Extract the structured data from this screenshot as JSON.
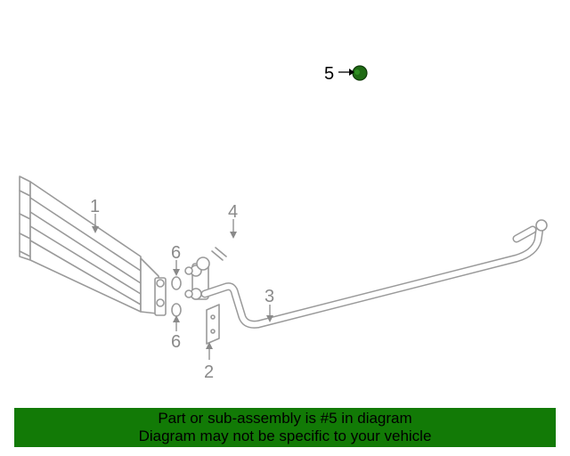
{
  "diagram": {
    "callouts": [
      {
        "id": "1",
        "label": "1"
      },
      {
        "id": "2",
        "label": "2"
      },
      {
        "id": "3",
        "label": "3"
      },
      {
        "id": "4",
        "label": "4"
      },
      {
        "id": "5",
        "label": "5"
      },
      {
        "id": "6a",
        "label": "6"
      },
      {
        "id": "6b",
        "label": "6"
      }
    ],
    "highlight_color": "#1f6b14",
    "line_color": "#9a9a9a"
  },
  "banner": {
    "line1": "Part or sub-assembly is #5 in diagram",
    "line2": "Diagram may not be specific to your vehicle",
    "background": "#127a06"
  }
}
